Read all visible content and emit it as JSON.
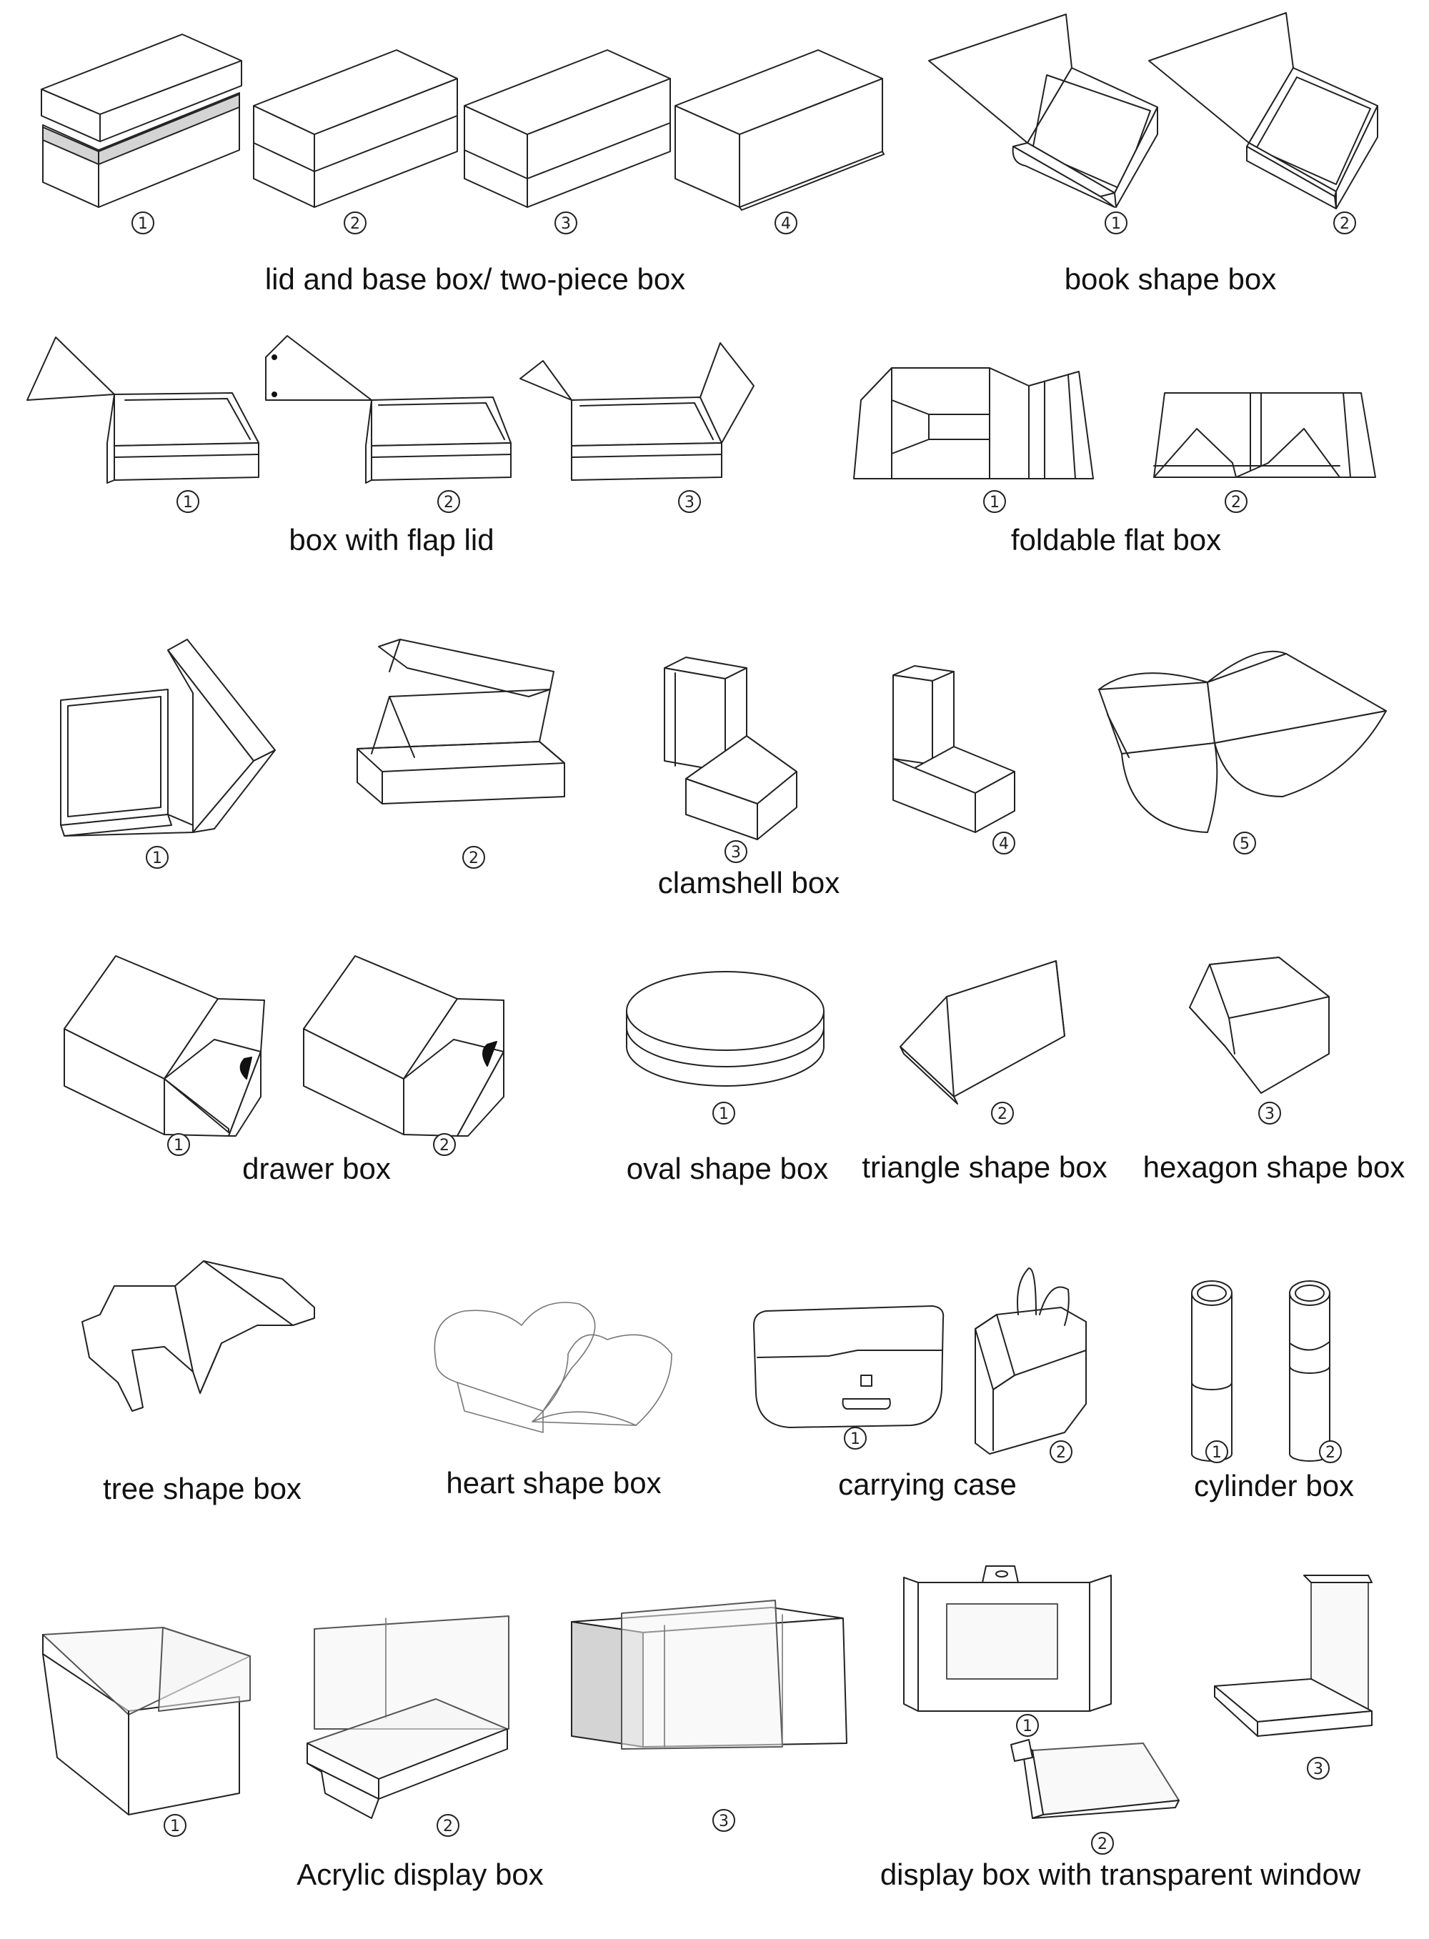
{
  "numbers": [
    "1",
    "2",
    "3",
    "4",
    "5"
  ],
  "captions": {
    "lid_base": "lid and base box/ two-piece box",
    "book": "book shape box",
    "flap": "box with flap lid",
    "foldable": "foldable flat box",
    "clamshell": "clamshell box",
    "drawer": "drawer box",
    "oval": "oval shape box",
    "triangle": "triangle shape box",
    "hexagon": "hexagon shape box",
    "tree": "tree shape box",
    "heart": "heart shape box",
    "carrying": "carrying case",
    "cylinder": "cylinder box",
    "acrylic": "Acrylic display box",
    "window": "display box with transparent window"
  }
}
